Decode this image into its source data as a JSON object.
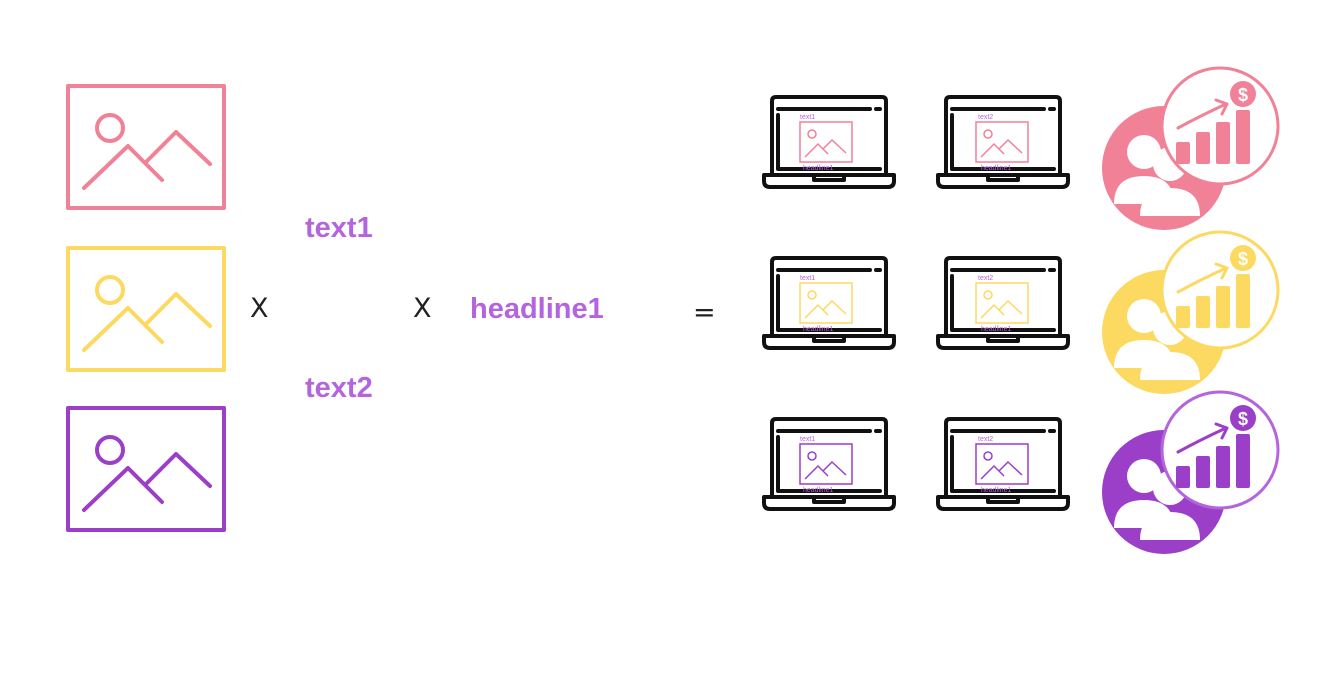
{
  "inputs": {
    "images": [
      {
        "name": "pink",
        "color": "#f08196"
      },
      {
        "name": "yellow",
        "color": "#fcd960"
      },
      {
        "name": "purple",
        "color": "#9b3fc8"
      }
    ],
    "texts": [
      "text1",
      "text2"
    ],
    "headline": "headline1"
  },
  "operators": {
    "multiply": "X",
    "equals": "="
  },
  "accent_color": "#b465dd",
  "outputs": {
    "laptop_texts": [
      "text1",
      "text2"
    ],
    "laptop_headline": "headline1",
    "currency_symbol": "$"
  },
  "icons": [
    "image-icon",
    "laptop-icon",
    "audience-growth-icon"
  ]
}
